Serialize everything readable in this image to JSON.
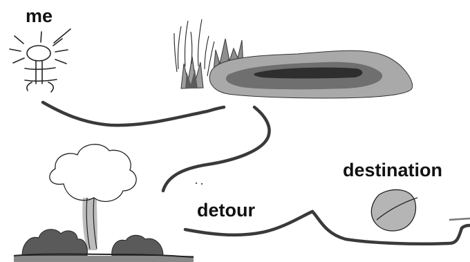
{
  "labels": {
    "me": "me",
    "destination": "destination",
    "detour": "detour"
  },
  "colors": {
    "path": "#3a3a3a",
    "pond_outer": "#a9a9a9",
    "pond_mid": "#6f6f6f",
    "pond_core": "#2e2e2e",
    "grass_light": "#9e9e9e",
    "grass_dark": "#5c5c5c",
    "bush": "#5a5a5a",
    "leaf": "#b5b5b5",
    "trunk": "#bdbdbd"
  },
  "icons": [
    "stick-figure-me",
    "pond",
    "grass-tufts",
    "tree",
    "bushes",
    "leaf"
  ]
}
